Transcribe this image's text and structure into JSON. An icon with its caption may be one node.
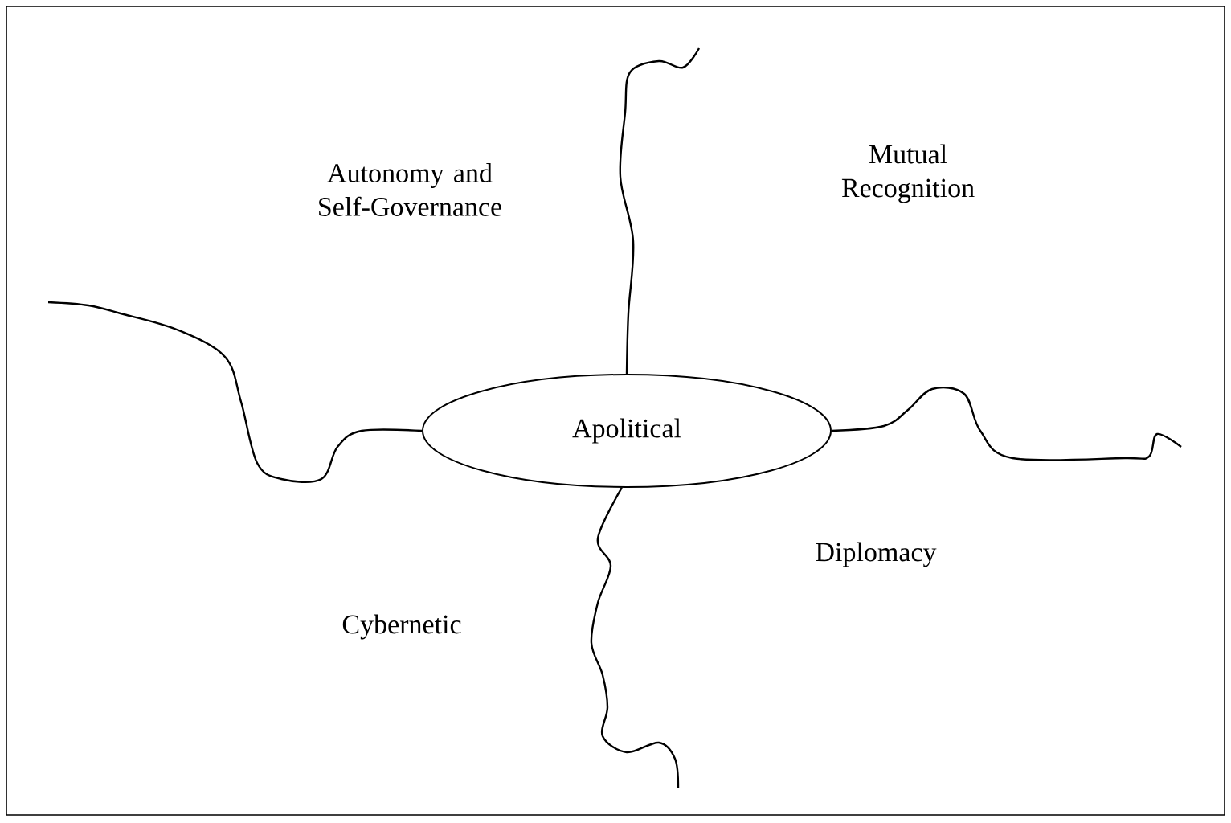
{
  "diagram": {
    "nodes": [
      {
        "text": [
          "Apolitical"
        ]
      }
    ],
    "labels": [
      "Autonomy and Self-Governance",
      "Mutual Recognition",
      "Diplomacy",
      "Cybernetic"
    ]
  }
}
